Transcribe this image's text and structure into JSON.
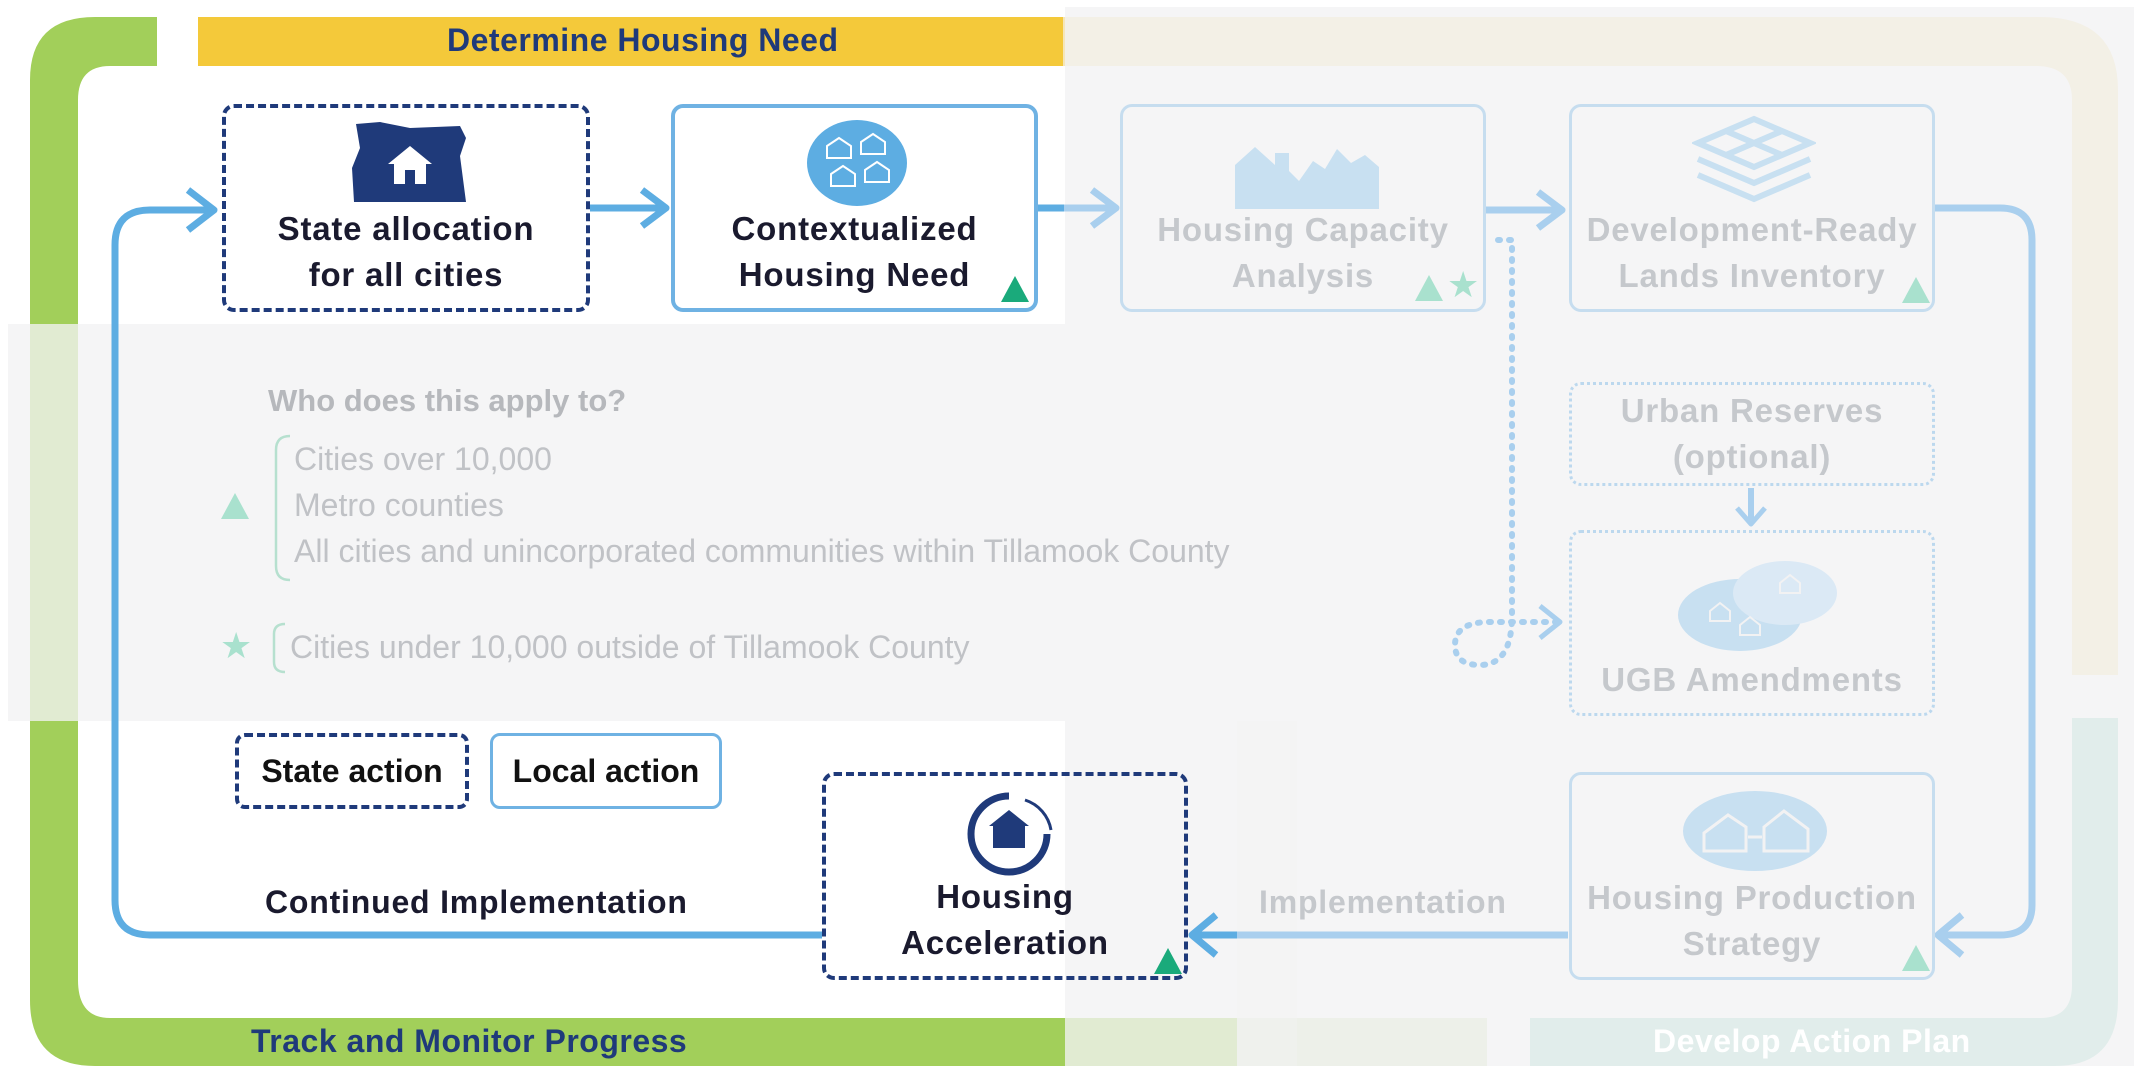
{
  "colors": {
    "green": "#a2cf5a",
    "yellow": "#f4c93a",
    "teal": "#a6dccc",
    "navy": "#1f3a7a",
    "blue": "#5dadE2",
    "accent_triangle": "#1aaa7b"
  },
  "banners": {
    "top": "Determine Housing Need",
    "bottom_left": "Track and Monitor Progress",
    "bottom_right": "Develop Action Plan"
  },
  "steps": {
    "state_allocation": "State allocation\nfor all cities",
    "contextualized": "Contextualized\nHousing Need",
    "capacity": "Housing Capacity\nAnalysis",
    "lands": "Development-Ready\nLands Inventory",
    "reserves": "Urban Reserves\n(optional)",
    "ugb": "UGB Amendments",
    "production": "Housing Production\nStrategy",
    "acceleration": "Housing\nAcceleration"
  },
  "icons": {
    "state_allocation": "oregon-house-icon",
    "contextualized": "houses-circle-icon",
    "capacity": "skyline-icon",
    "lands": "parcel-grid-icon",
    "ugb": "houses-oval-icon",
    "production": "house-pair-icon",
    "acceleration": "house-ring-icon"
  },
  "flow_labels": {
    "implementation": "Implementation",
    "continued": "Continued Implementation"
  },
  "applies": {
    "heading": "Who does this apply to?",
    "triangle_items": [
      "Cities over 10,000",
      "Metro counties",
      "All cities and unincorporated communities within Tillamook County"
    ],
    "star_items": [
      "Cities under 10,000 outside of Tillamook County"
    ]
  },
  "legend": {
    "state_action": "State action",
    "local_action": "Local action"
  }
}
